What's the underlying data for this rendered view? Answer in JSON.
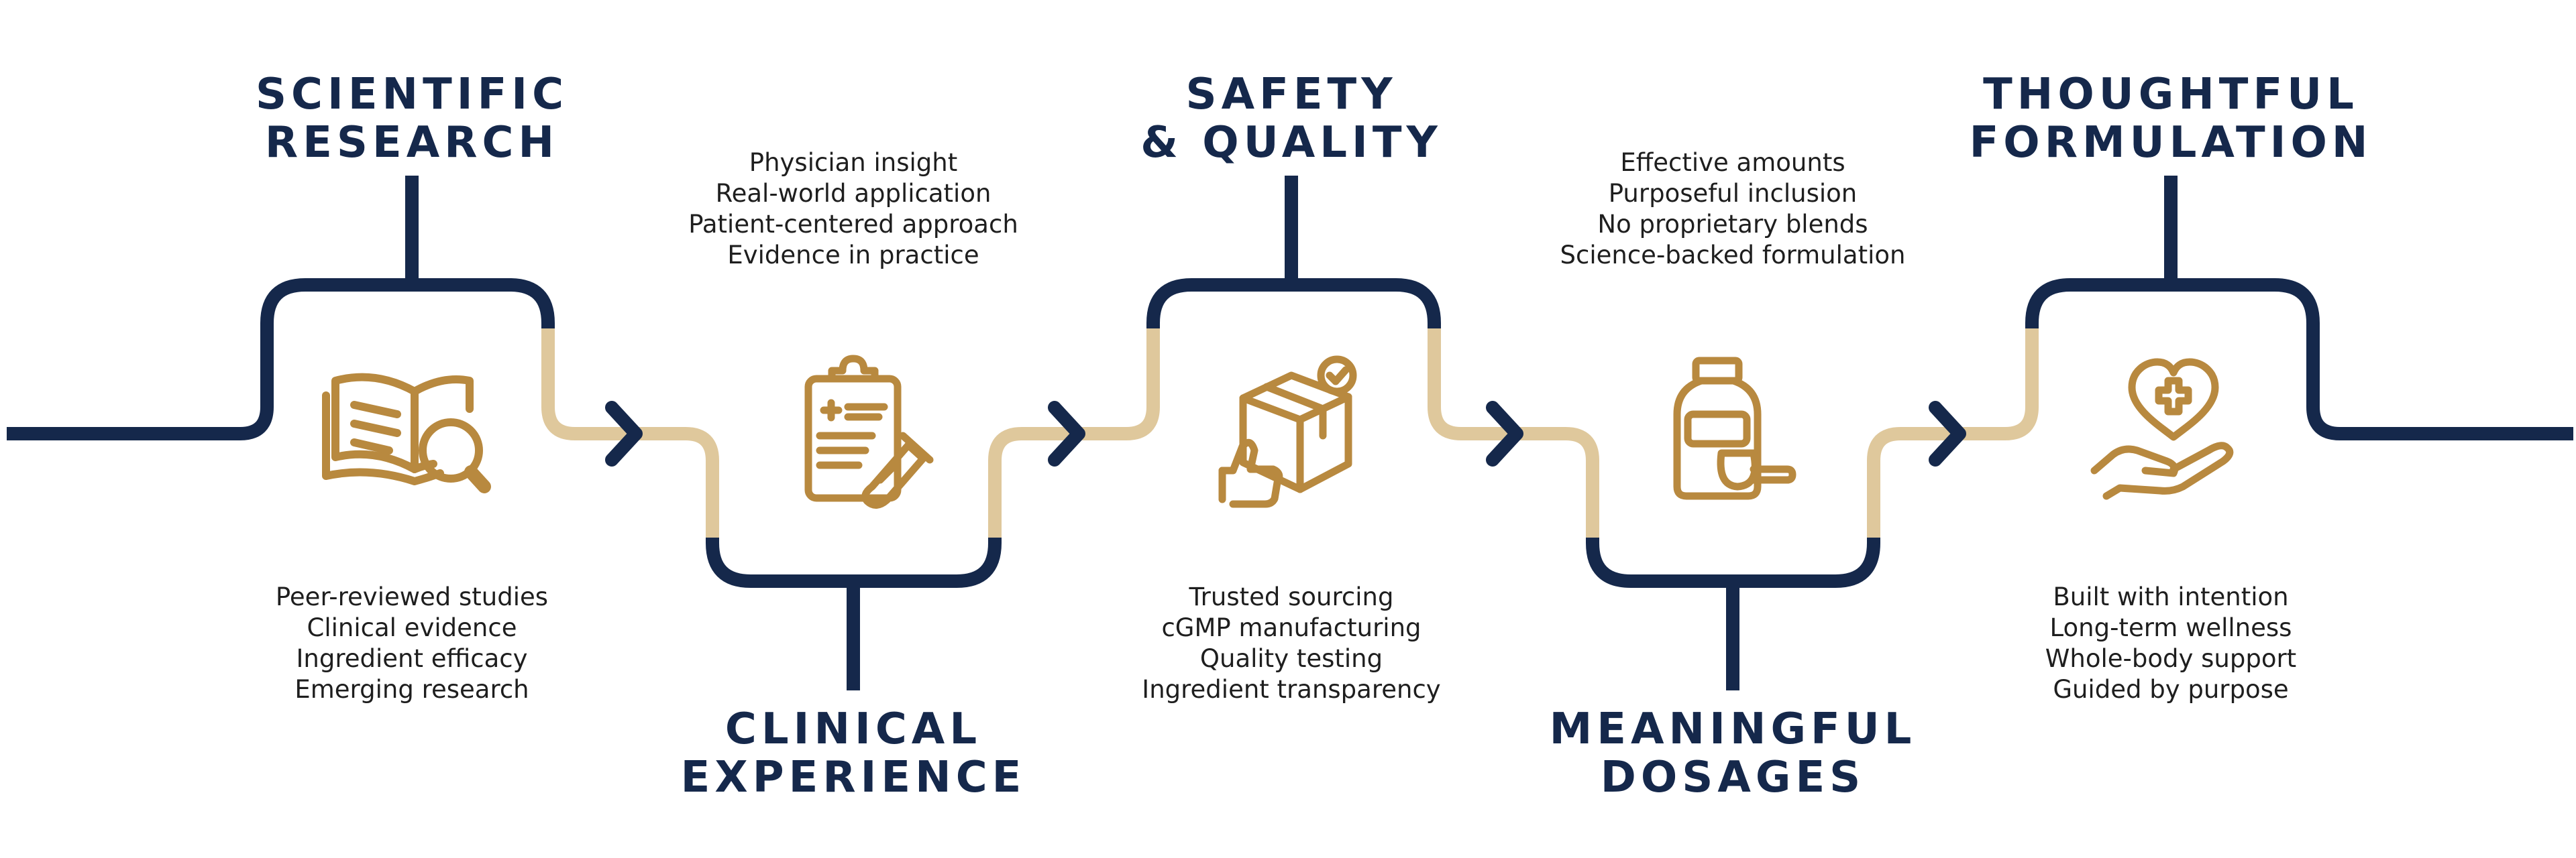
{
  "colors": {
    "navy": "#15284b",
    "gold": "#b8893f",
    "tan": "#dfc89c",
    "text": "#1e1e1e"
  },
  "steps": [
    {
      "title": [
        "SCIENTIFIC",
        "RESEARCH"
      ],
      "icon": "book-magnifier-icon",
      "items": [
        "Peer-reviewed studies",
        "Clinical evidence",
        "Ingredient efficacy",
        "Emerging research"
      ]
    },
    {
      "title": [
        "CLINICAL",
        "EXPERIENCE"
      ],
      "icon": "clipboard-test-tube-icon",
      "items": [
        "Physician insight",
        "Real-world application",
        "Patient-centered approach",
        "Evidence in practice"
      ]
    },
    {
      "title": [
        "SAFETY",
        "& QUALITY"
      ],
      "icon": "box-thumbs-up-check-icon",
      "items": [
        "Trusted sourcing",
        "cGMP manufacturing",
        "Quality testing",
        "Ingredient transparency"
      ]
    },
    {
      "title": [
        "MEANINGFUL",
        "DOSAGES"
      ],
      "icon": "supplement-bottle-scoop-icon",
      "items": [
        "Effective amounts",
        "Purposeful inclusion",
        "No proprietary blends",
        "Science-backed formulation"
      ]
    },
    {
      "title": [
        "THOUGHTFUL",
        "FORMULATION"
      ],
      "icon": "heart-cross-hand-icon",
      "items": [
        "Built with intention",
        "Long-term wellness",
        "Whole-body support",
        "Guided by purpose"
      ]
    }
  ]
}
